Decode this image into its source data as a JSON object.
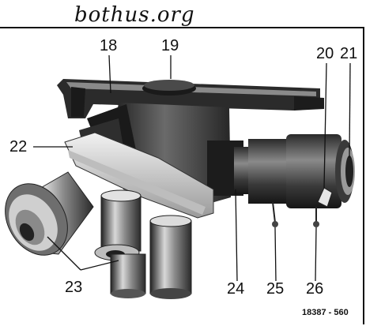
{
  "watermark": "bothus.org",
  "callouts": {
    "c18": "18",
    "c19": "19",
    "c20": "20",
    "c21": "21",
    "c22": "22",
    "c23": "23",
    "c24": "24",
    "c25": "25",
    "c26": "26"
  },
  "footer_code": "18387 - 560",
  "colors": {
    "ink": "#111111",
    "metal_dark": "#3a3a3a",
    "metal_mid": "#7a7a7a",
    "metal_light": "#cfcfcf"
  }
}
